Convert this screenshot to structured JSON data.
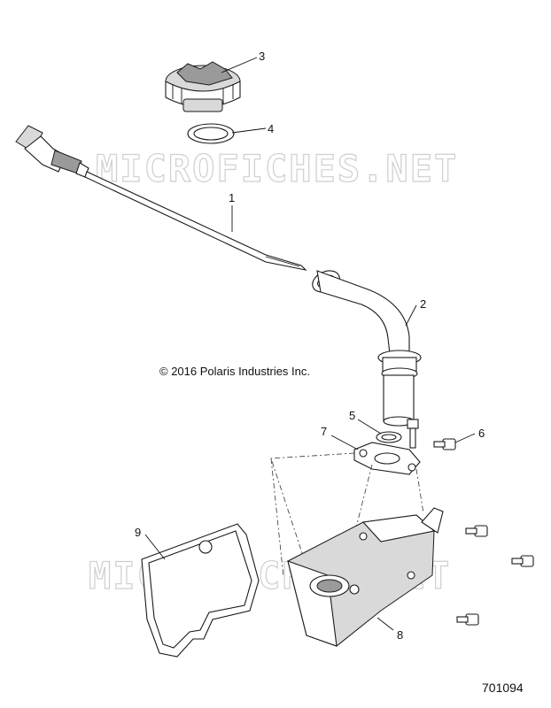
{
  "watermark": "MICROFICHES.NET",
  "copyright": "© 2016 Polaris Industries Inc.",
  "figure_number": "701094",
  "callouts": {
    "c1": "1",
    "c2": "2",
    "c3": "3",
    "c4": "4",
    "c5": "5",
    "c6": "6",
    "c7": "7",
    "c8": "8",
    "c9": "9"
  }
}
